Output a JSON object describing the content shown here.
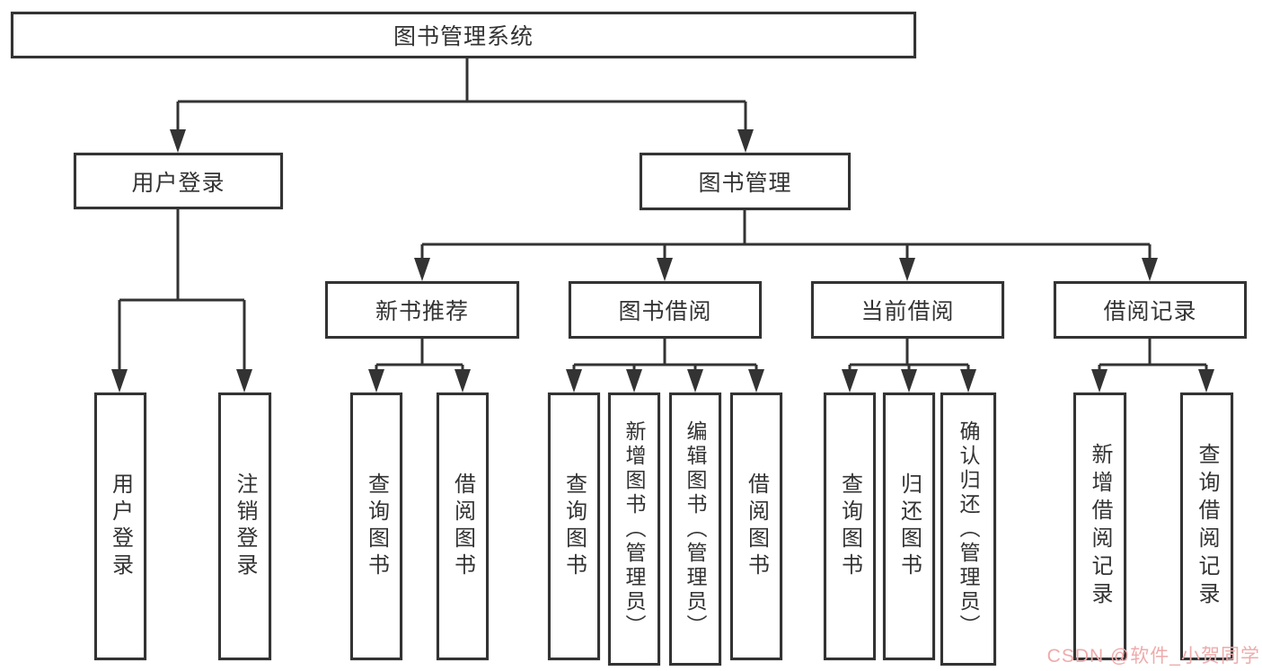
{
  "diagram_title": "图书管理系统",
  "colors": {
    "line": "#333333",
    "box_border": "#333333",
    "text": "#333333",
    "watermark": "#EEABAB",
    "background": "#FFFFFF"
  },
  "tree": {
    "root": {
      "label": "图书管理系统",
      "children": [
        {
          "label": "用户登录",
          "children": [
            {
              "label": "用户登录"
            },
            {
              "label": "注销登录"
            }
          ]
        },
        {
          "label": "图书管理",
          "children": [
            {
              "label": "新书推荐",
              "children": [
                {
                  "label": "查询图书"
                },
                {
                  "label": "借阅图书"
                }
              ]
            },
            {
              "label": "图书借阅",
              "children": [
                {
                  "label": "查询图书"
                },
                {
                  "label": "新增图书（管理员）"
                },
                {
                  "label": "编辑图书（管理员）"
                },
                {
                  "label": "借阅图书"
                }
              ]
            },
            {
              "label": "当前借阅",
              "children": [
                {
                  "label": "查询图书"
                },
                {
                  "label": "归还图书"
                },
                {
                  "label": "确认归还（管理员）"
                }
              ]
            },
            {
              "label": "借阅记录",
              "children": [
                {
                  "label": "新增借阅记录"
                },
                {
                  "label": "查询借阅记录"
                }
              ]
            }
          ]
        }
      ]
    }
  },
  "watermark": {
    "text": "CSDN @软件_小贺同学"
  }
}
